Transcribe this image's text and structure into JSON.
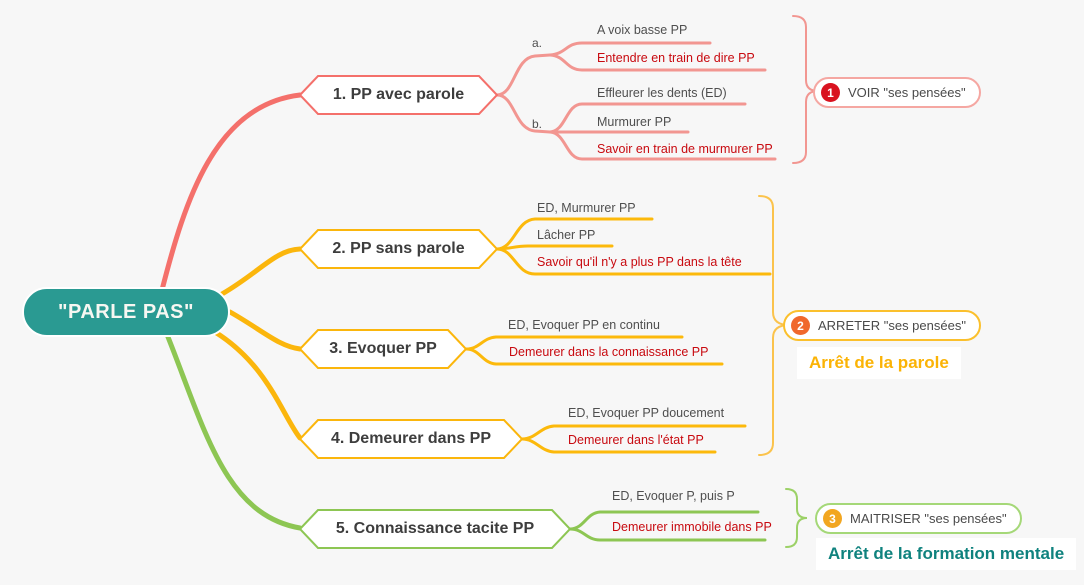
{
  "root": {
    "label": "\"PARLE PAS\""
  },
  "branches": [
    {
      "label": "1. PP avec parole"
    },
    {
      "label": "2. PP sans parole"
    },
    {
      "label": "3. Evoquer PP"
    },
    {
      "label": "4. Demeurer dans PP"
    },
    {
      "label": "5. Connaissance tacite PP"
    }
  ],
  "group1": {
    "a": {
      "label": "a.",
      "items": [
        "A voix basse PP",
        "Entendre en train de dire PP"
      ]
    },
    "b": {
      "label": "b.",
      "items": [
        "Effleurer les dents (ED)",
        "Murmurer PP",
        "Savoir en train de murmurer PP"
      ]
    }
  },
  "group2": {
    "items": [
      "ED, Murmurer PP",
      "Lâcher PP",
      "Savoir qu'il n'y a plus PP dans la tête"
    ]
  },
  "group3": {
    "items": [
      "ED, Evoquer PP en continu",
      "Demeurer dans la connaissance PP"
    ]
  },
  "group4": {
    "items": [
      "ED, Evoquer PP doucement",
      "Demeurer dans l'état PP"
    ]
  },
  "group5": {
    "items": [
      "ED, Evoquer P, puis P",
      "Demeurer immobile dans PP"
    ]
  },
  "callouts": [
    {
      "number": "1",
      "label": "VOIR \"ses pensées\""
    },
    {
      "number": "2",
      "label": "ARRETER \"ses pensées\"",
      "caption": "Arrêt de la parole"
    },
    {
      "number": "3",
      "label": "MAITRISER \"ses pensées\"",
      "caption": "Arrêt de la formation mentale"
    }
  ],
  "colors": {
    "root_teal": "#2a9a92",
    "branch_red": "#f4706b",
    "branch_yellow": "#fbb60c",
    "branch_green": "#8dc653",
    "emphasis_red_text": "#c80a10",
    "caption_yellow": "#fbb305",
    "caption_teal": "#0f827e",
    "badge_red": "#d9121f",
    "badge_orange": "#f0682c",
    "badge_amber": "#f2a620"
  }
}
